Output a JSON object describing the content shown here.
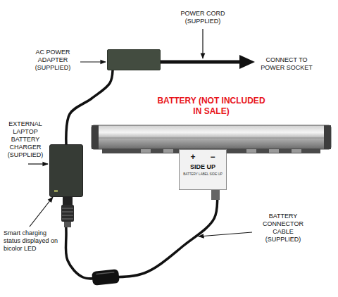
{
  "diagram": {
    "nodes": [
      {
        "text": [
          "AC POWER ADAPTER (SUPPLIED)"
        ]
      },
      {
        "text": [
          "EXTERNAL LAPTOP BATTERY CHARGER (SUPPLIED)"
        ]
      },
      {
        "text": [
          "BATTERY (NOT INCLUDED IN SALE)"
        ]
      },
      {
        "text": [
          "+",
          "−",
          "SIDE UP",
          "BATTERY LABEL SIDE UP"
        ]
      }
    ],
    "edges": [
      {
        "from": 0,
        "to": 1,
        "arrow": "none"
      },
      {
        "from": 1,
        "to": 3,
        "arrow": "none"
      }
    ],
    "labels": [
      "POWER CORD (SUPPLIED)",
      "CONNECT TO POWER SOCKET",
      "Smart charging status displayed on bicolor LED",
      "BATTERY CONNECTOR CABLE (SUPPLIED)"
    ]
  }
}
